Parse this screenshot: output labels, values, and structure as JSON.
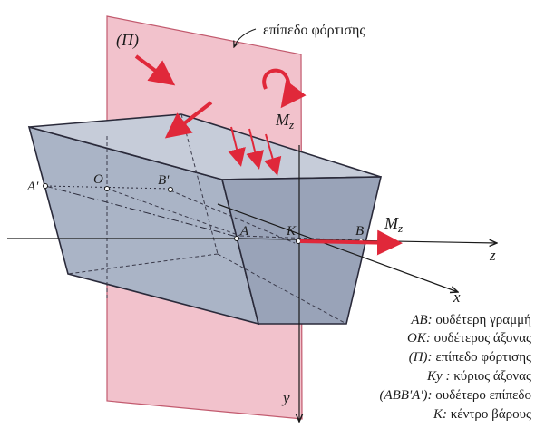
{
  "labels": {
    "plane_name": "(Π)",
    "plane_caption": "επίπεδο φόρτισης",
    "A_prime": "A'",
    "O": "O",
    "B_prime": "B'",
    "A": "A",
    "K": "K",
    "B": "B",
    "Mz_top_M": "M",
    "Mz_top_sub": "z",
    "Mz_right_M": "M",
    "Mz_right_sub": "z",
    "axis_z": "z",
    "axis_x": "x",
    "axis_y": "y"
  },
  "legend": [
    {
      "key": "AB:",
      "text": " ουδέτερη γραμμή"
    },
    {
      "key": "OK:",
      "text": " ουδέτερος άξονας"
    },
    {
      "key": "(Π):",
      "text": " επίπεδο φόρτισης"
    },
    {
      "key": "Ky :",
      "text": " κύριος άξονας"
    },
    {
      "key": "(ABB'A'):",
      "text": " ουδέτερο επίπεδο"
    },
    {
      "key": "K:",
      "text": " κέντρο βάρους"
    }
  ],
  "colors": {
    "plane_fill": "#f2c2cc",
    "plane_stroke": "#c25a6e",
    "solid_front": "#aab4c6",
    "solid_top": "#c6ccd9",
    "solid_side": "#99a3b8",
    "edge": "#2a2a3a",
    "arrow": "#e0283a"
  }
}
